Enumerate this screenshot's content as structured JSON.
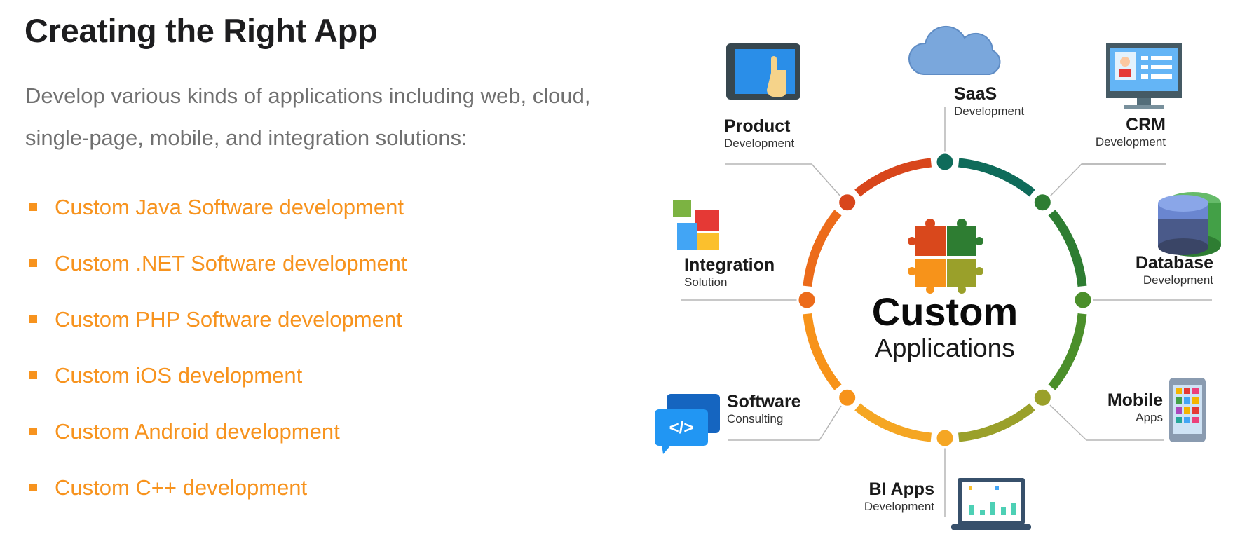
{
  "heading": "Creating the Right App",
  "intro": "Develop various kinds of applications including web, cloud, single-page, mobile, and integration solutions:",
  "list": [
    "Custom Java Software development",
    "Custom .NET Software development",
    "Custom PHP Software development",
    "Custom iOS development",
    "Custom Android development",
    "Custom C++ development"
  ],
  "colors": {
    "accent": "#f7931e",
    "heading": "#1d1d1f",
    "body": "#707070"
  },
  "diagram": {
    "center_title": "Custom",
    "center_subtitle": "Applications",
    "center_icon": "puzzle-icon",
    "nodes": [
      {
        "title": "SaaS",
        "subtitle": "Development",
        "icon": "cloud-icon",
        "color": "#0f6b5a"
      },
      {
        "title": "CRM",
        "subtitle": "Development",
        "icon": "monitor-profile-icon",
        "color": "#2e7d32"
      },
      {
        "title": "Database",
        "subtitle": "Development",
        "icon": "database-icon",
        "color": "#4b8f2a"
      },
      {
        "title": "Mobile",
        "subtitle": "Apps",
        "icon": "smartphone-icon",
        "color": "#9aa02a"
      },
      {
        "title": "BI Apps",
        "subtitle": "Development",
        "icon": "laptop-chart-icon",
        "color": "#f5a623"
      },
      {
        "title": "Software",
        "subtitle": "Consulting",
        "icon": "code-chat-icon",
        "color": "#f7931a"
      },
      {
        "title": "Integration",
        "subtitle": "Solution",
        "icon": "puzzle-icon",
        "color": "#ec6b1a"
      },
      {
        "title": "Product",
        "subtitle": "Development",
        "icon": "tablet-touch-icon",
        "color": "#d8461c"
      }
    ]
  }
}
